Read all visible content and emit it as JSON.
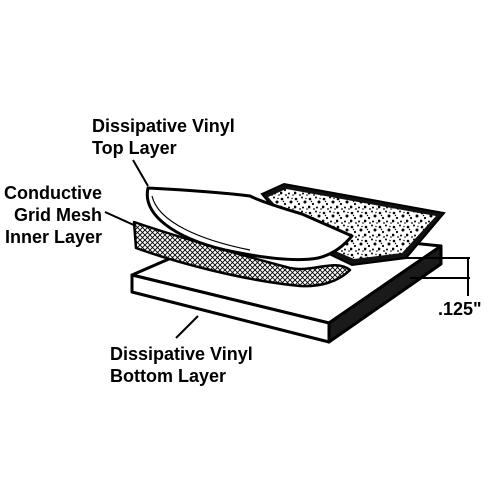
{
  "diagram": {
    "labels": {
      "top_layer": {
        "line1": "Dissipative Vinyl",
        "line2": "Top Layer"
      },
      "inner_layer": {
        "line1": "Conductive",
        "line2": "Grid Mesh",
        "line3": "Inner Layer"
      },
      "bottom_layer": {
        "line1": "Dissipative Vinyl",
        "line2": "Bottom Layer"
      },
      "thickness": ".125\""
    }
  }
}
